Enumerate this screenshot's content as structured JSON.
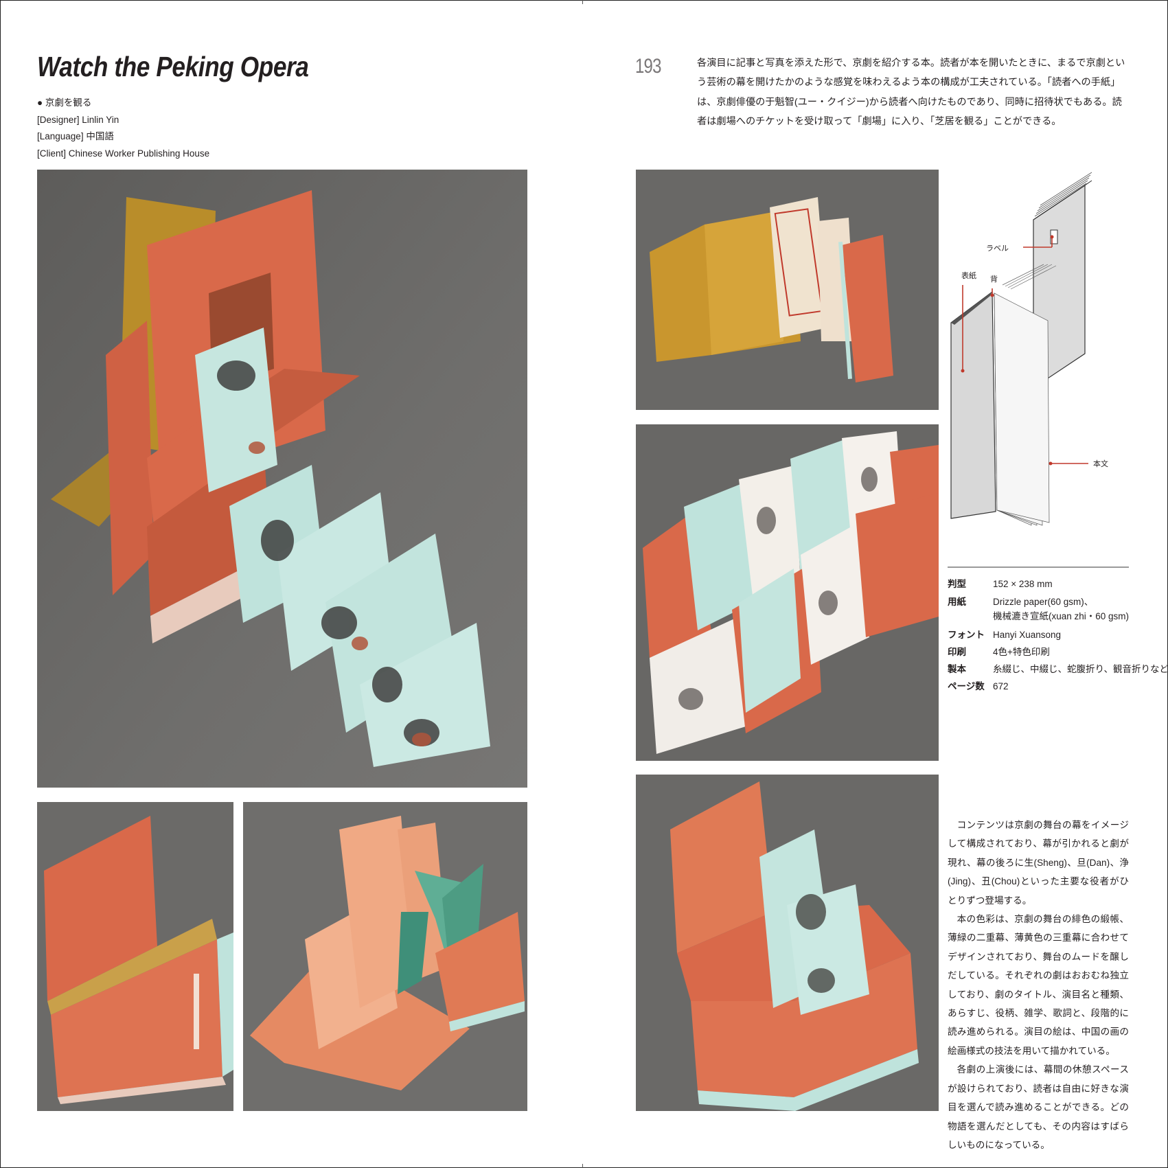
{
  "header": {
    "title": "Watch the Peking Opera",
    "subtitle": "● 京劇を観る",
    "designer": "[Designer] Linlin Yin",
    "language": "[Language] 中国語",
    "client": "[Client] Chinese Worker Publishing House"
  },
  "page_number": "193",
  "intro": "各演目に記事と写真を添えた形で、京劇を紹介する本。読者が本を開いたときに、まるで京劇という芸術の幕を開けたかのような感覚を味わえるよう本の構成が工夫されている。「読者への手紙」は、京劇俳優の于魁智(ユー・クイジー)から読者へ向けたものであり、同時に招待状でもある。読者は劇場へのチケットを受け取って「劇場」に入り、「芝居を観る」ことができる。",
  "diagram": {
    "label": "ラベル",
    "cover": "表紙",
    "spine": "背",
    "body": "本文"
  },
  "specs": [
    {
      "key": "判型",
      "value": "152 × 238 mm"
    },
    {
      "key": "用紙",
      "value": "Drizzle paper(60 gsm)、"
    },
    {
      "key": "",
      "value": "機械漉き宣紙(xuan zhi・60 gsm)"
    },
    {
      "key": "フォント",
      "value": "Hanyi Xuansong"
    },
    {
      "key": "印刷",
      "value": "4色+特色印刷"
    },
    {
      "key": "製本",
      "value": "糸綴じ、中綴じ、蛇腹折り、観音折りなど"
    },
    {
      "key": "ページ数",
      "value": "672"
    }
  ],
  "body_paragraphs": [
    "コンテンツは京劇の舞台の幕をイメージして構成されており、幕が引かれると劇が現れ、幕の後ろに生(Sheng)、旦(Dan)、浄(Jing)、丑(Chou)といった主要な役者がひとりずつ登場する。",
    "本の色彩は、京劇の舞台の緋色の緞帳、薄緑の二重幕、薄黄色の三重幕に合わせてデザインされており、舞台のムードを醸しだしている。それぞれの劇はおおむね独立しており、劇のタイトル、演目名と種類、あらすじ、役柄、雑学、歌詞と、段階的に読み進められる。演目の絵は、中国の画の絵画様式の技法を用いて描かれている。",
    "各劇の上演後には、幕間の休憩スペースが設けられており、読者は自由に好きな演目を選んで読み進めることができる。どの物語を選んだとしても、その内容はすばらしいものになっている。"
  ],
  "colors": {
    "vermilion": "#d9694a",
    "mint": "#bfe3dc",
    "ochre": "#c9962e",
    "backdrop": "#6c6b69",
    "accent_line": "#c0392b"
  }
}
